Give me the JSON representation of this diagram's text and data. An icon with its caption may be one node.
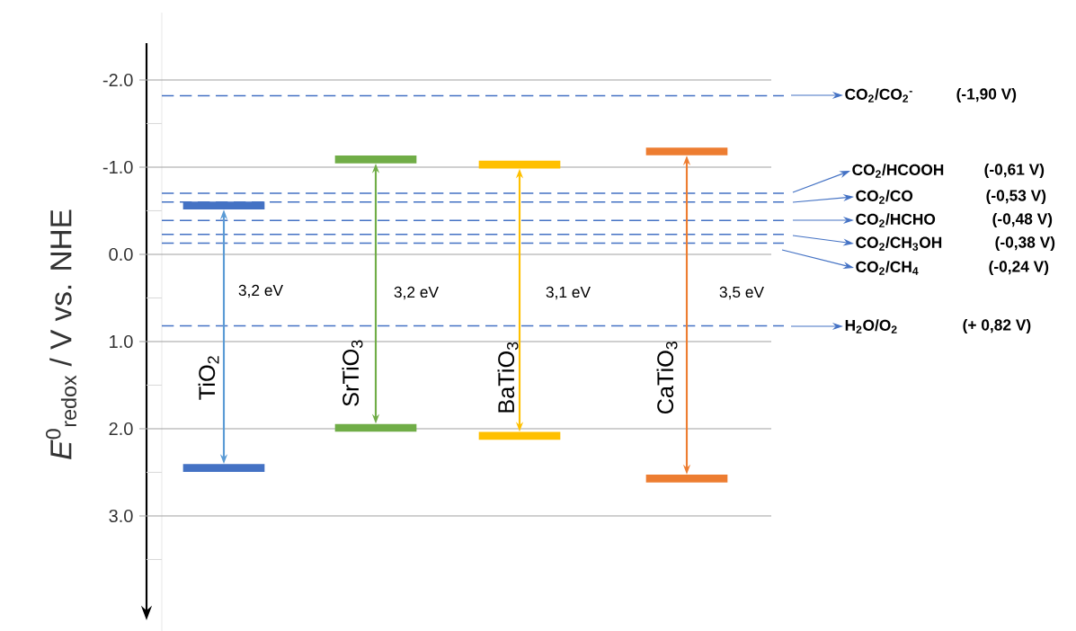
{
  "diagram": {
    "nodes": [
      {
        "text": [],
        "shape": "bar"
      },
      {
        "text": [],
        "shape": "bar"
      },
      {
        "text": [],
        "shape": "bar"
      },
      {
        "text": [],
        "shape": "bar"
      },
      {
        "text": [],
        "shape": "bar"
      },
      {
        "text": [],
        "shape": "bar"
      },
      {
        "text": [],
        "shape": "bar"
      },
      {
        "text": [],
        "shape": "bar"
      },
      {
        "text": [
          "CO$_{2}$/CO$_{2}$$^{-}$",
          "(-1,90 V)"
        ]
      },
      {
        "text": [
          "CO$_{2}$/HCOOH",
          "(-0,61 V)"
        ]
      },
      {
        "text": [
          "CO$_{2}$/CO",
          "(-0,53 V)"
        ]
      },
      {
        "text": [
          "CO$_{2}$/HCHO",
          "(-0,48 V)"
        ]
      },
      {
        "text": [
          "CO$_{2}$/CH$_{3}$OH",
          "(-0,38 V)"
        ]
      },
      {
        "text": [
          "CO$_{2}$/CH$_{4}$",
          "(-0,24 V)"
        ]
      },
      {
        "text": [
          "H$_{2}$O/O$_{2}$",
          "(+ 0,82 V)"
        ]
      }
    ],
    "edges": [
      {
        "from": 0,
        "to": 1,
        "arrow": "both",
        "label": "3,2 eV",
        "color": "#5b9bd5"
      },
      {
        "from": 2,
        "to": 3,
        "arrow": "both",
        "label": "3,2 eV",
        "color": "#70ad47"
      },
      {
        "from": 4,
        "to": 5,
        "arrow": "both",
        "label": "3,1 eV",
        "color": "#ffc000"
      },
      {
        "from": 6,
        "to": 7,
        "arrow": "both",
        "label": "3,5 eV",
        "color": "#ed7d31"
      },
      {
        "from": null,
        "to": 8,
        "arrow": "to"
      },
      {
        "from": null,
        "to": 9,
        "arrow": "to"
      },
      {
        "from": null,
        "to": 10,
        "arrow": "to"
      },
      {
        "from": null,
        "to": 11,
        "arrow": "to"
      },
      {
        "from": null,
        "to": 12,
        "arrow": "to"
      },
      {
        "from": null,
        "to": 13,
        "arrow": "to"
      },
      {
        "from": null,
        "to": 14,
        "arrow": "to"
      }
    ],
    "labels": [
      "-2.0",
      "-1.0",
      "0.0",
      "1.0",
      "2.0",
      "3.0",
      "*E*$^{0}$$_{redox}$ / V  vs. NHE",
      "TiO$_{2}$",
      "SrTiO$_{3}$",
      "BaTiO$_{3}$",
      "CaTiO$_{3}$"
    ]
  }
}
